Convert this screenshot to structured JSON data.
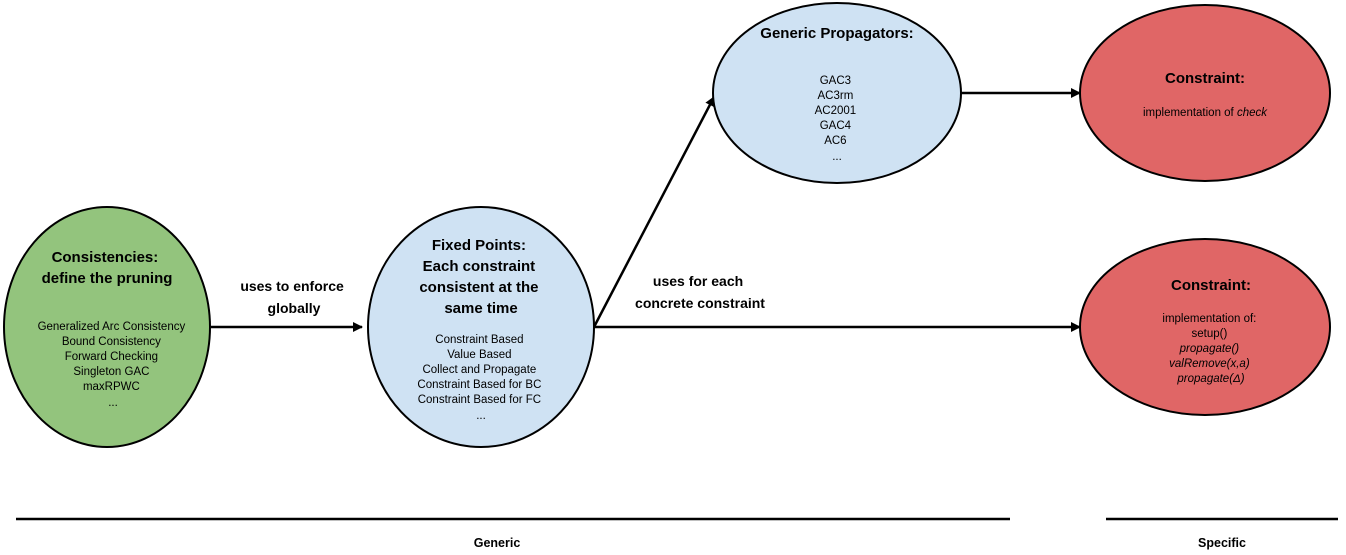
{
  "colors": {
    "green": "#93c47d",
    "blue": "#cfe2f3",
    "red": "#e06666",
    "stroke": "#000000"
  },
  "nodes": {
    "consistencies": {
      "title_lines": [
        "Consistencies:",
        "define the pruning"
      ],
      "items": [
        "Generalized Arc Consistency",
        "Bound Consistency",
        "Forward Checking",
        "Singleton GAC",
        "maxRPWC",
        "..."
      ]
    },
    "fixed_points": {
      "title_lines": [
        "Fixed Points:",
        "Each constraint",
        "consistent at the",
        "same time"
      ],
      "items": [
        "Constraint Based",
        "Value Based",
        "Collect and Propagate",
        "Constraint Based for BC",
        "Constraint Based for FC",
        "..."
      ]
    },
    "generic_propagators": {
      "title_lines": [
        "Generic Propagators:"
      ],
      "items": [
        "GAC3",
        "AC3rm",
        "AC2001",
        "GAC4",
        "AC6",
        "..."
      ]
    },
    "constraint_check": {
      "title": "Constraint:",
      "prefix": "implementation of ",
      "emph": "check"
    },
    "constraint_impl": {
      "title": "Constraint:",
      "intro": "implementation of:",
      "items": [
        {
          "text": "setup()",
          "italic": false
        },
        {
          "text": "propagate()",
          "italic": true
        },
        {
          "text": "valRemove(x,a)",
          "italic": true
        },
        {
          "text": "propagate(Δ)",
          "italic": true
        }
      ]
    }
  },
  "edges": {
    "enforce_label_lines": [
      "uses to enforce",
      "globally"
    ],
    "each_label_lines": [
      "uses for each",
      "concrete constraint"
    ]
  },
  "footer": {
    "generic": "Generic",
    "specific": "Specific"
  }
}
